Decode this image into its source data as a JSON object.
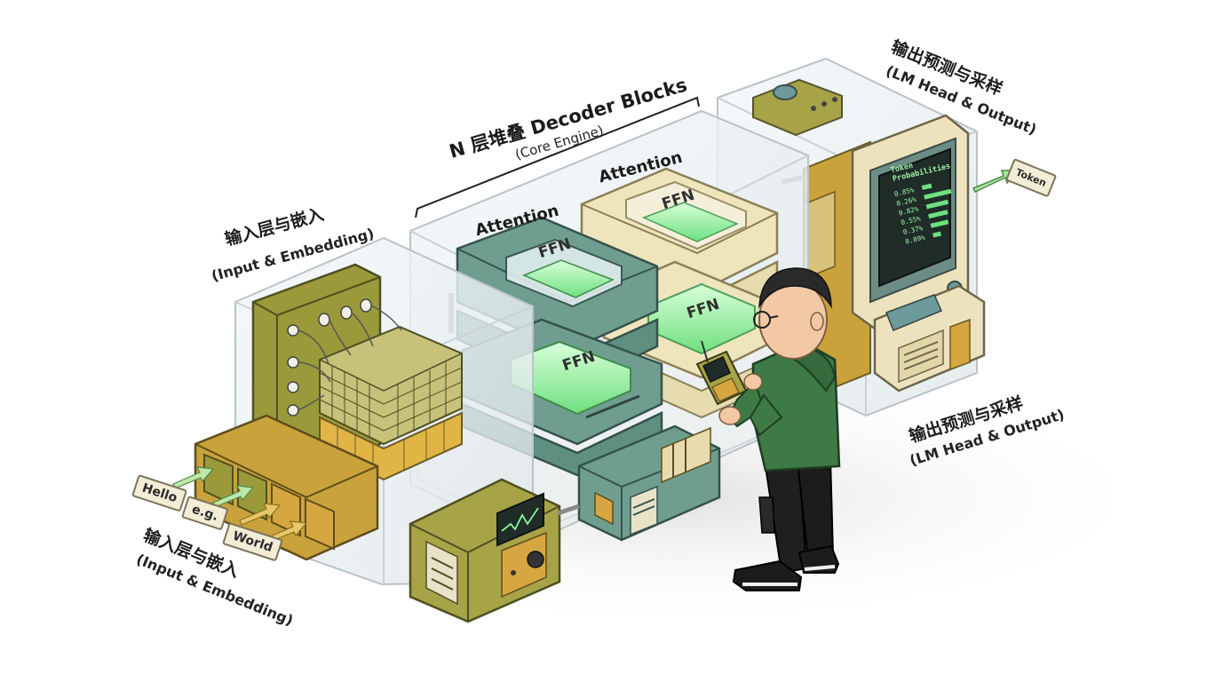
{
  "labels": {
    "input_top": {
      "zh": "输入层与嵌入",
      "en": "(Input & Embedding)"
    },
    "input_bottom": {
      "zh": "输入层与嵌入",
      "en": "(Input & Embedding)"
    },
    "decoder": {
      "title": "N 层堆叠 Decoder Blocks",
      "sub": "(Core Engine)"
    },
    "output_top": {
      "zh": "输出预测与采样",
      "en": "(LM Head & Output)"
    },
    "output_bottom": {
      "zh": "输出预测与采样",
      "en": "(LM Head & Output)"
    },
    "attention_1": "Attention",
    "attention_2": "Attention"
  },
  "ffn_labels": [
    "FFN",
    "FFN",
    "FFN",
    "FFN"
  ],
  "input_tokens": [
    "Hello",
    "e.g.",
    "World"
  ],
  "output_token": "Token",
  "monitor": {
    "title": "Token Probabilities",
    "rows": [
      {
        "value": "0.85%",
        "level": 0.3
      },
      {
        "value": "0.26%",
        "level": 0.85
      },
      {
        "value": "0.82%",
        "level": 0.7
      },
      {
        "value": "0.55%",
        "level": 0.6
      },
      {
        "value": "0.37%",
        "level": 0.55
      },
      {
        "value": "0.89%",
        "level": 0.25
      }
    ]
  },
  "colors": {
    "olive": "#9a9a3a",
    "mustard": "#c9a33a",
    "teal": "#5e8f80",
    "cream": "#e6dcae",
    "glow": "#8df59a",
    "glass": "#e9eff2",
    "hoodie": "#3e7a45"
  }
}
